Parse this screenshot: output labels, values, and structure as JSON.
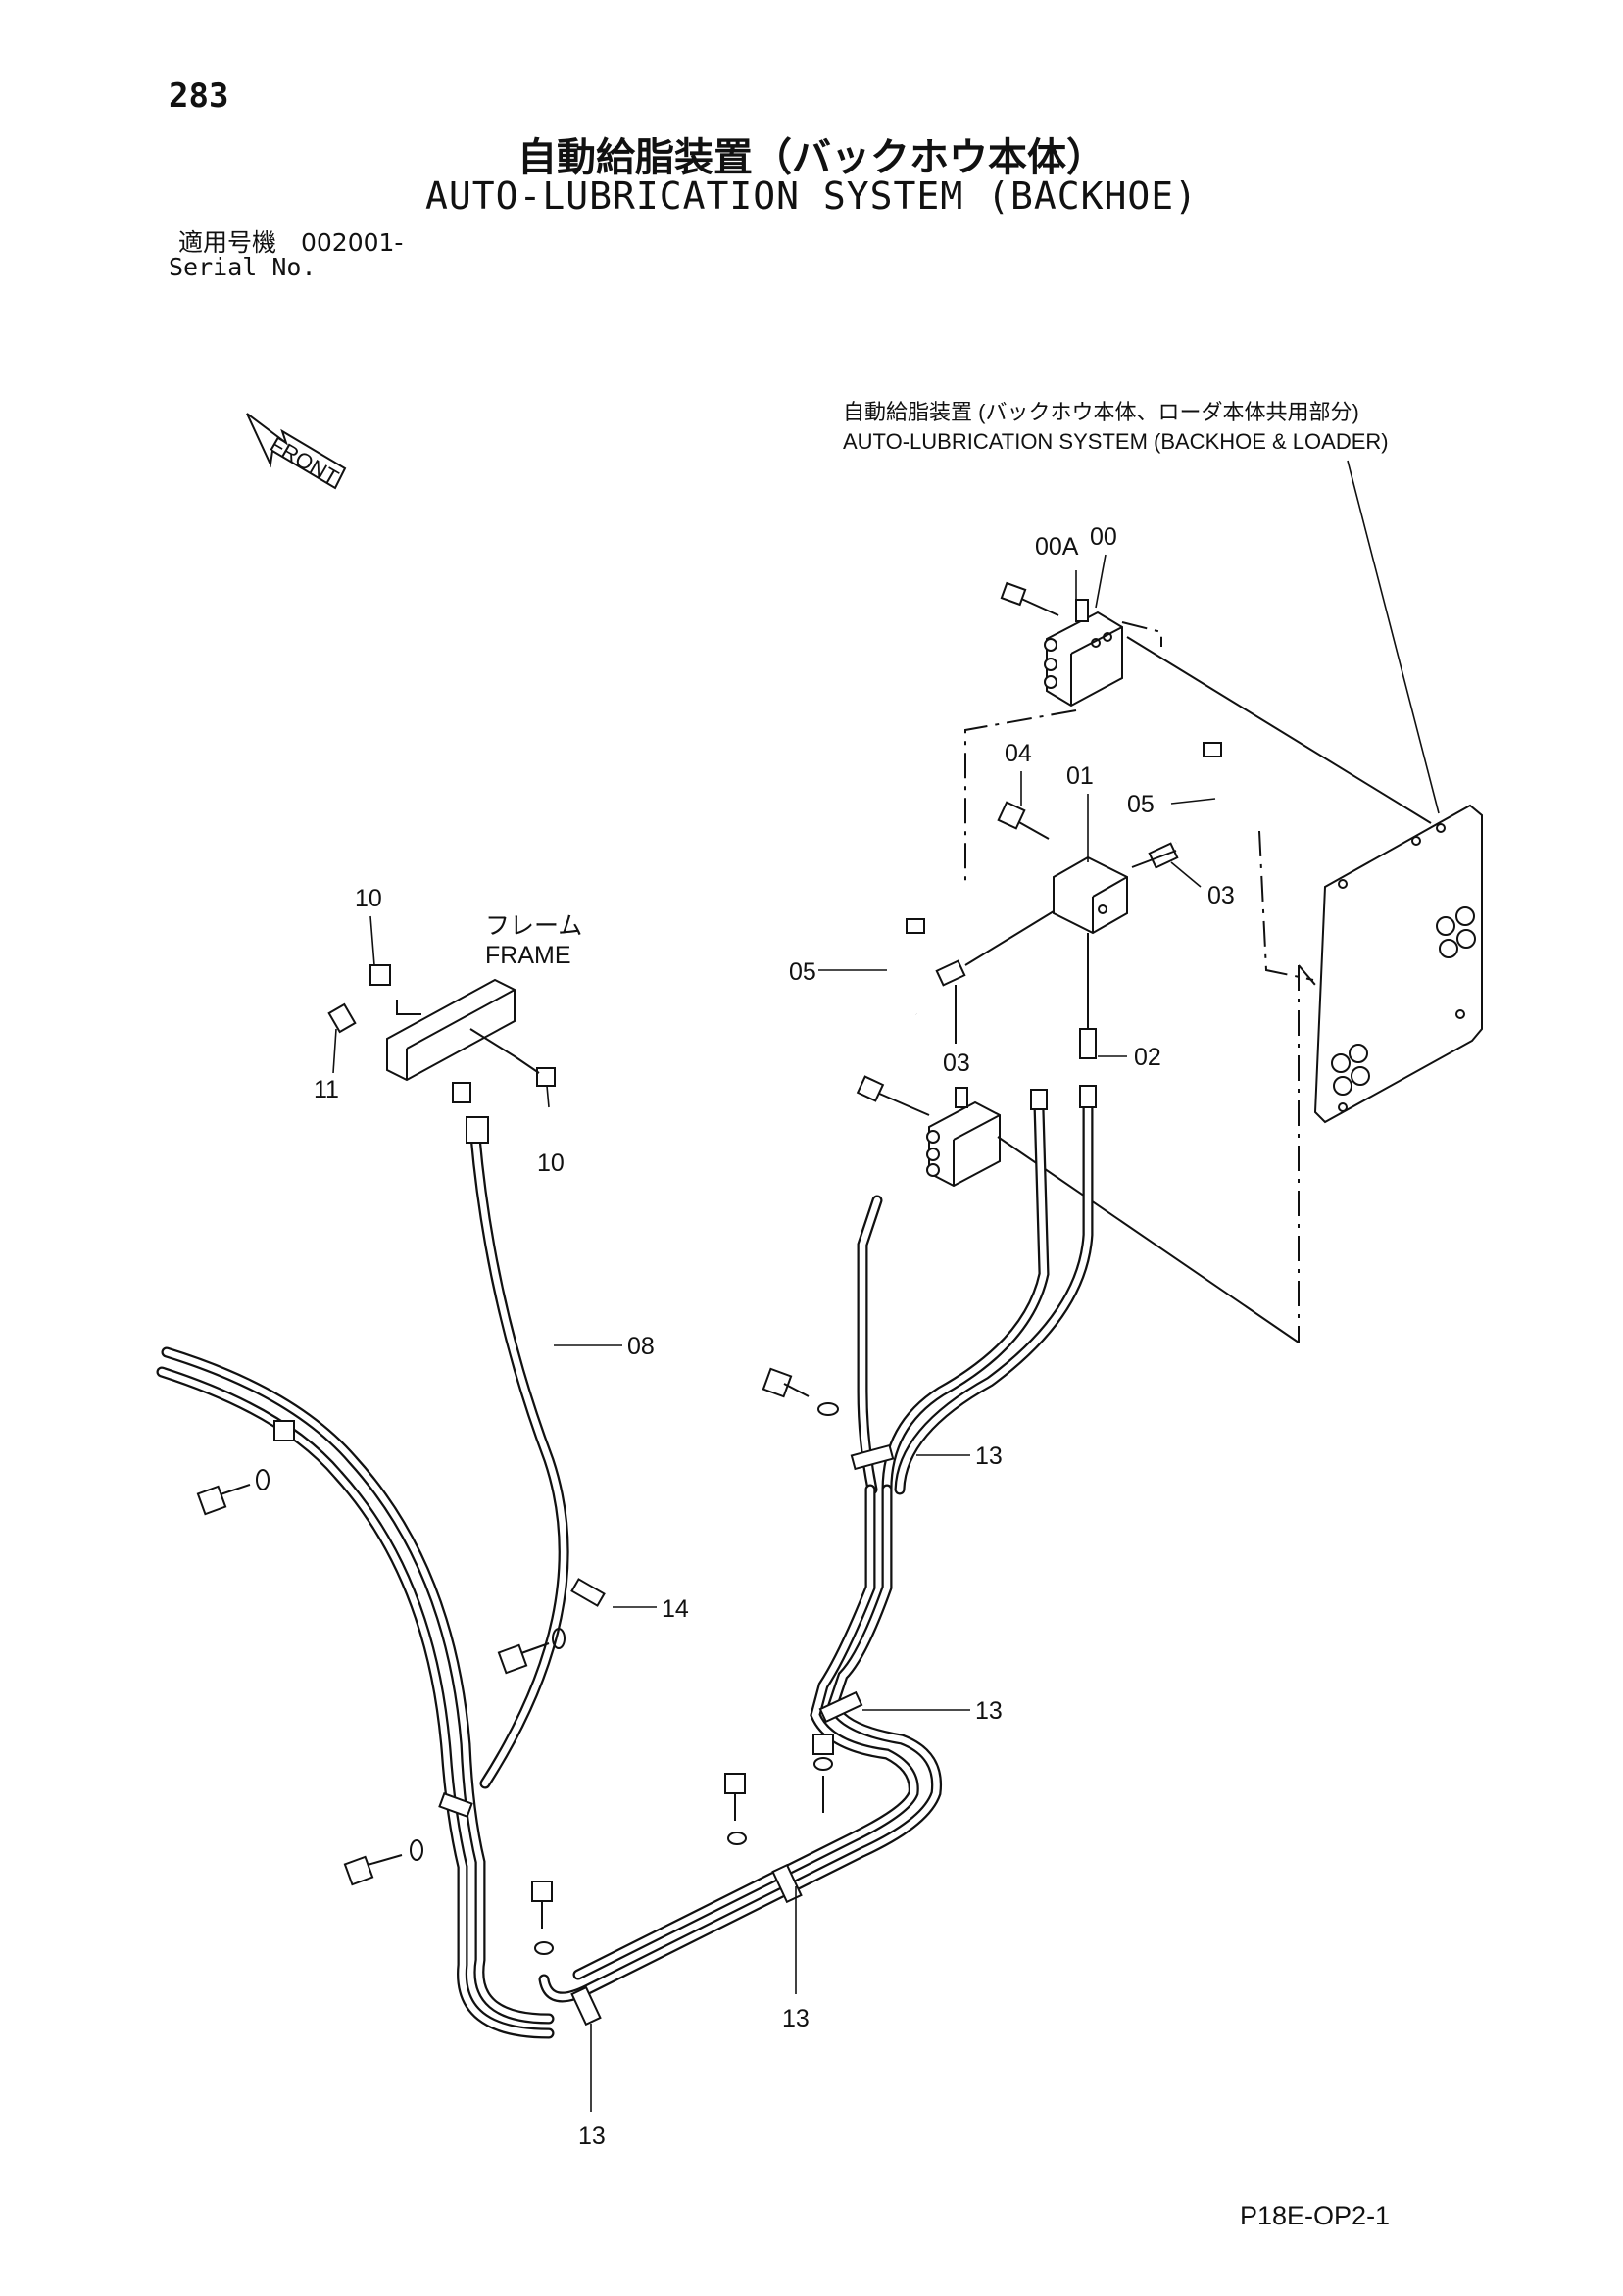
{
  "header": {
    "page_number": "283",
    "title_jp": "自動給脂装置（バックホウ本体）",
    "title_en": "AUTO-LUBRICATION SYSTEM (BACKHOE)",
    "serial_jp": "適用号機　002001-",
    "serial_en": "Serial No."
  },
  "diagram": {
    "front_label": "FRONT",
    "frame_label_jp": "フレーム",
    "frame_label_en": "FRAME",
    "subassembly_jp": "自動給脂装置 (バックホウ本体、ローダ本体共用部分)",
    "subassembly_en": "AUTO-LUBRICATION SYSTEM (BACKHOE & LOADER)",
    "callouts": {
      "c00A": "00A",
      "c00": "00",
      "c04": "04",
      "c01": "01",
      "c05a": "05",
      "c05b": "05",
      "c03a": "03",
      "c03b": "03",
      "c02": "02",
      "c10a": "10",
      "c10b": "10",
      "c11": "11",
      "c08": "08",
      "c13a": "13",
      "c13b": "13",
      "c13c": "13",
      "c13d": "13",
      "c14": "14"
    }
  },
  "footer": {
    "doc_code": "P18E-OP2-1"
  }
}
